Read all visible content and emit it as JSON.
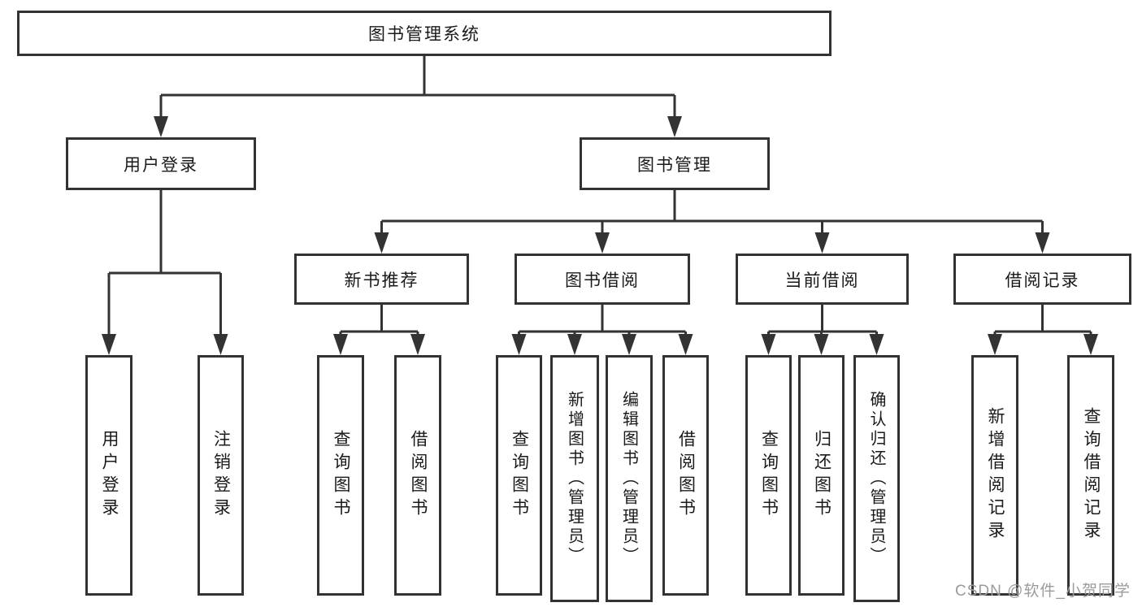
{
  "tree": {
    "label": "图书管理系统",
    "children": [
      {
        "label": "用户登录",
        "children": [
          {
            "label": "用户登录"
          },
          {
            "label": "注销登录"
          }
        ]
      },
      {
        "label": "图书管理",
        "children": [
          {
            "label": "新书推荐",
            "children": [
              {
                "label": "查询图书"
              },
              {
                "label": "借阅图书"
              }
            ]
          },
          {
            "label": "图书借阅",
            "children": [
              {
                "label": "查询图书"
              },
              {
                "label": "新增图书（管理员）"
              },
              {
                "label": "编辑图书（管理员）"
              },
              {
                "label": "借阅图书"
              }
            ]
          },
          {
            "label": "当前借阅",
            "children": [
              {
                "label": "查询图书"
              },
              {
                "label": "归还图书"
              },
              {
                "label": "确认归还（管理员）"
              }
            ]
          },
          {
            "label": "借阅记录",
            "children": [
              {
                "label": "新增借阅记录"
              },
              {
                "label": "查询借阅记录"
              }
            ]
          }
        ]
      }
    ]
  },
  "watermark": "CSDN @软件_小贺同学",
  "colors": {
    "line": "#333333",
    "box_border": "#333333",
    "text": "#1a1a1a",
    "watermark": "#9b9b9b",
    "background": "#ffffff"
  }
}
